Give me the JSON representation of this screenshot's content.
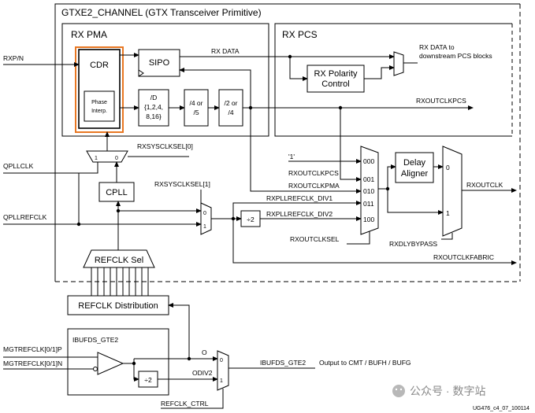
{
  "title": "GTXE2_CHANNEL (GTX Transceiver Primitive)",
  "rx_pma": "RX PMA",
  "rx_pcs": "RX PCS",
  "cdr": "CDR",
  "phase_interp": [
    "Phase",
    "Interp."
  ],
  "sipo": "SIPO",
  "rx_data": "RX DATA",
  "rx_data_out": [
    "RX DATA to",
    "downstream PCS blocks"
  ],
  "rx_polarity": [
    "RX Polarity",
    "Control"
  ],
  "div_d": [
    "/D",
    "{1,2,4,",
    "8,16}"
  ],
  "div_4_5": [
    "/4 or",
    "/5"
  ],
  "div_2_4": [
    "/2 or",
    "/4"
  ],
  "rxoutclkpcs": "RXOUTCLKPCS",
  "rxsysclksel0": "RXSYSCLKSEL[0]",
  "rxsysclksel1": "RXSYSCLKSEL[1]",
  "qpllclk": "QPLLCLK",
  "qpllrefclk": "QPLLREFCLK",
  "rxp_n": "RXP/N",
  "cpll": "CPLL",
  "mux_inputs_10": [
    "1",
    "0"
  ],
  "mux_inputs_01": [
    "0",
    "1"
  ],
  "const_one": "'1'",
  "mux_lines": [
    "RXOUTCLKPCS",
    "RXOUTCLKPMA",
    "RXPLLREFCLK_DIV1",
    "RXPLLREFCLK_DIV2"
  ],
  "mux_codes": [
    "000",
    "001",
    "010",
    "011",
    "100"
  ],
  "div2": "÷2",
  "rxoutclksel": "RXOUTCLKSEL",
  "delay_aligner": [
    "Delay",
    "Aligner"
  ],
  "rxoutclk": "RXOUTCLK",
  "rxdlybypass": "RXDLYBYPASS",
  "rxoutclkfabric": "RXOUTCLKFABRIC",
  "refclk_sel": "REFCLK Sel",
  "refclk_distribution": "REFCLK Distribution",
  "ibufds": "IBUFDS_GTE2",
  "mgtrefclk_p": "MGTREFCLK[0/1]P",
  "mgtrefclk_n": "MGTREFCLK[0/1]N",
  "o": "O",
  "odiv2": "ODIV2",
  "ibufds_out": "IBUFDS_GTE2",
  "ibufds_out_desc": "Output to CMT / BUFH / BUFG",
  "refclk_ctrl": "REFCLK_CTRL",
  "watermark": "公众号 · 数字站",
  "doc_id": "UG476_c4_07_100114",
  "highlight_color": "#e87722"
}
